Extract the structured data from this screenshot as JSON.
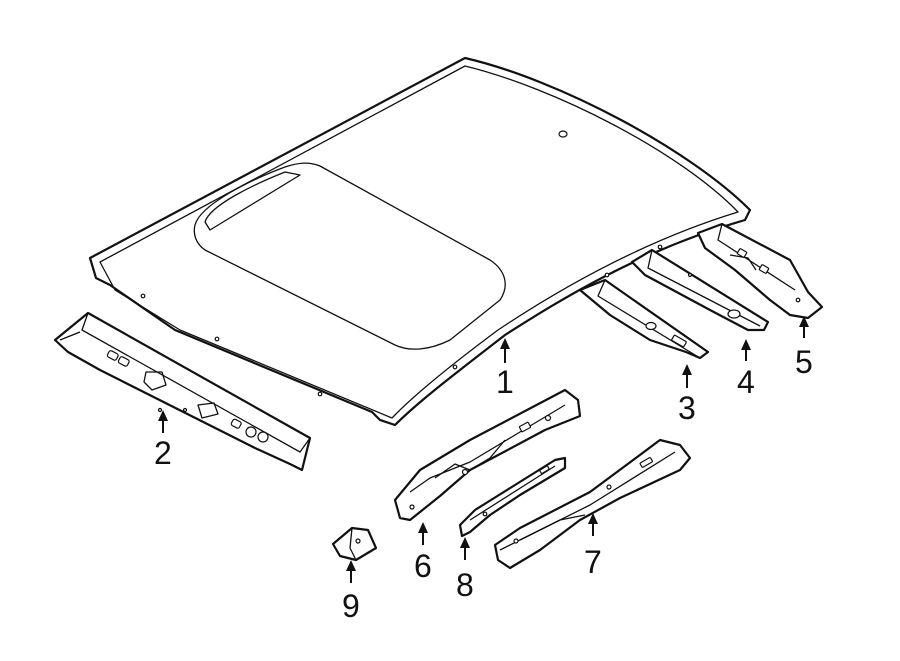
{
  "callouts": [
    {
      "id": "1",
      "label": "1"
    },
    {
      "id": "2",
      "label": "2"
    },
    {
      "id": "3",
      "label": "3"
    },
    {
      "id": "4",
      "label": "4"
    },
    {
      "id": "5",
      "label": "5"
    },
    {
      "id": "6",
      "label": "6"
    },
    {
      "id": "7",
      "label": "7"
    },
    {
      "id": "8",
      "label": "8"
    },
    {
      "id": "9",
      "label": "9"
    }
  ],
  "colors": {
    "line": "#111111",
    "background": "#ffffff"
  }
}
